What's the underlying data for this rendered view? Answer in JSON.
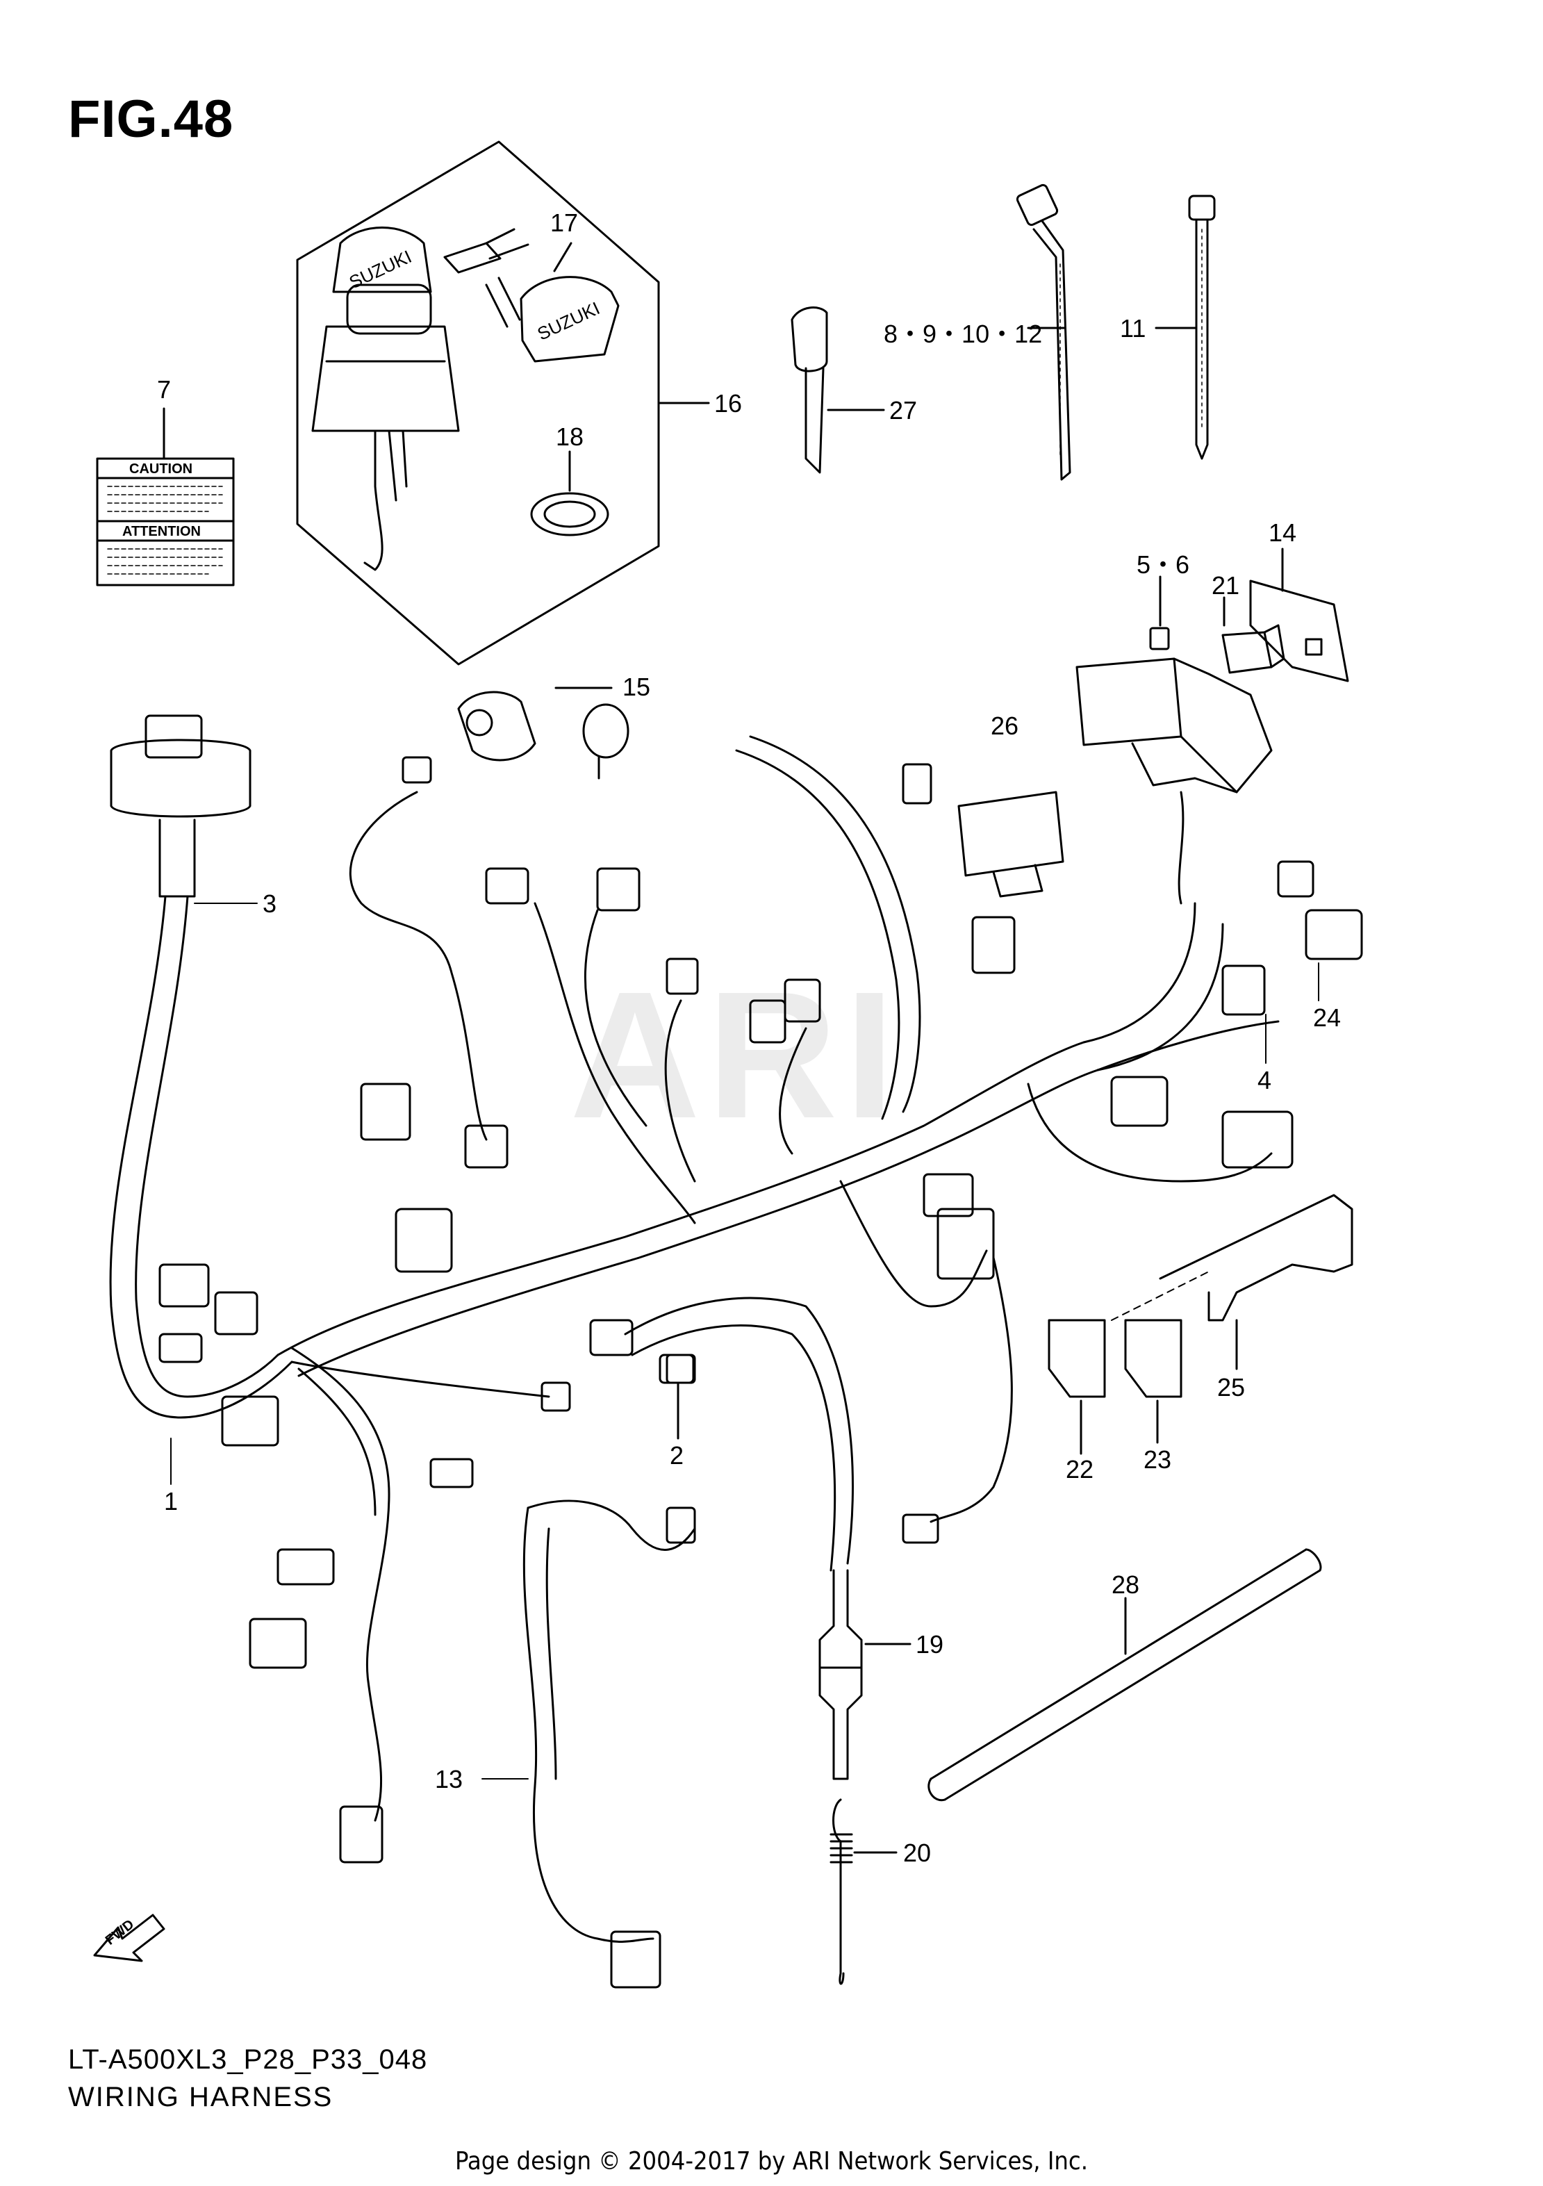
{
  "figure": {
    "title": "FIG.48",
    "code": "LT-A500XL3_P28_P33_048",
    "name": "WIRING HARNESS",
    "copyright": "Page design © 2004-2017 by ARI Network Services, Inc.",
    "watermark": "ARI",
    "fwd_label": "FWD"
  },
  "label_card": {
    "caution": "CAUTION",
    "attention": "ATTENTION"
  },
  "callouts": [
    {
      "id": "c1",
      "text": "1"
    },
    {
      "id": "c2",
      "text": "2"
    },
    {
      "id": "c3",
      "text": "3"
    },
    {
      "id": "c4",
      "text": "4"
    },
    {
      "id": "c56",
      "text": "5・6"
    },
    {
      "id": "c7",
      "text": "7"
    },
    {
      "id": "c891012",
      "text": "8・9・10・12"
    },
    {
      "id": "c11",
      "text": "11"
    },
    {
      "id": "c13",
      "text": "13"
    },
    {
      "id": "c14",
      "text": "14"
    },
    {
      "id": "c15",
      "text": "15"
    },
    {
      "id": "c16",
      "text": "16"
    },
    {
      "id": "c17",
      "text": "17"
    },
    {
      "id": "c18",
      "text": "18"
    },
    {
      "id": "c19",
      "text": "19"
    },
    {
      "id": "c20",
      "text": "20"
    },
    {
      "id": "c21",
      "text": "21"
    },
    {
      "id": "c22",
      "text": "22"
    },
    {
      "id": "c23",
      "text": "23"
    },
    {
      "id": "c24",
      "text": "24"
    },
    {
      "id": "c25",
      "text": "25"
    },
    {
      "id": "c26",
      "text": "26"
    },
    {
      "id": "c27",
      "text": "27"
    },
    {
      "id": "c28",
      "text": "28"
    }
  ]
}
